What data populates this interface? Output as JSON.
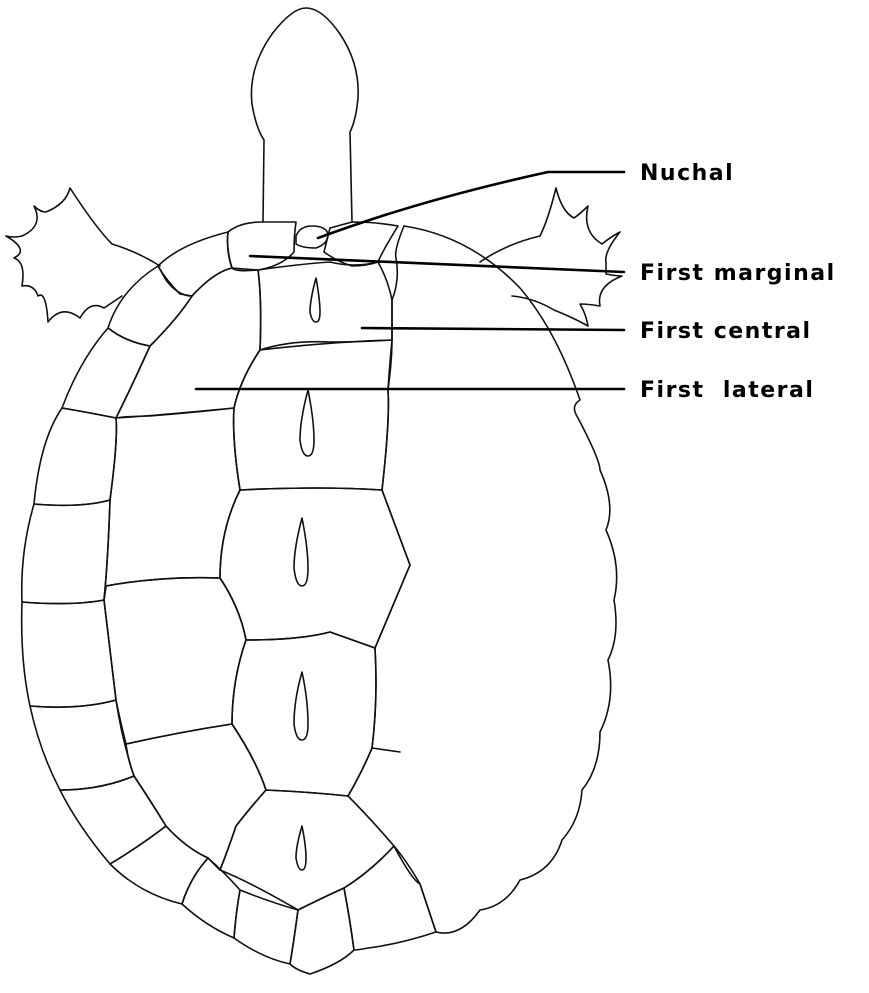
{
  "labels": {
    "nuchal": "Nuchal",
    "first_marginal": "First marginal",
    "first_central": "First central",
    "first_lateral": "First  lateral"
  }
}
